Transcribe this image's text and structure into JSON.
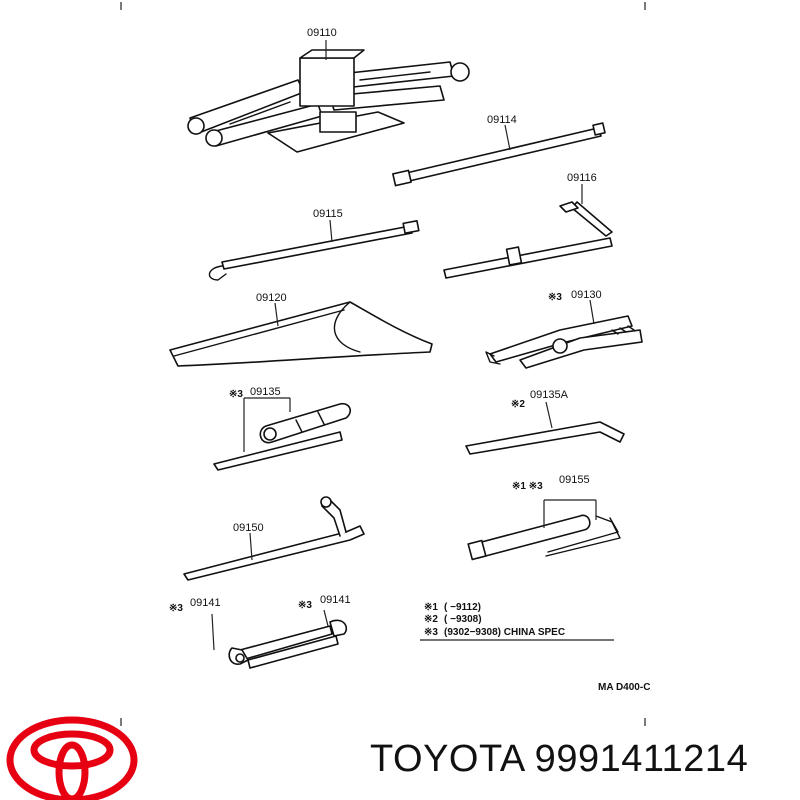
{
  "labels": {
    "jack": "09110",
    "handle": "09114",
    "crank": "09116",
    "hook_rod": "09115",
    "bag": "09120",
    "pliers": "09130",
    "pliers_prefix": "※3",
    "screwdriver": "09135",
    "screwdriver_prefix": "※3",
    "bar": "09135A",
    "bar_prefix": "※2",
    "socket": "09155",
    "socket_prefix": "※1 ※3",
    "wrench_bar": "09150",
    "spanner1": "09141",
    "spanner1_prefix": "※3",
    "spanner2": "09141",
    "spanner2_prefix": "※3"
  },
  "notes": [
    {
      "mark": "※1",
      "text": "(      −9112)"
    },
    {
      "mark": "※2",
      "text": "(      −9308)"
    },
    {
      "mark": "※3",
      "text": "(9302−9308) CHINA SPEC"
    }
  ],
  "diagram_code": "MA D400-C",
  "brand": {
    "text": "TOYOTA 9991411214",
    "logo_color": "#e60012"
  }
}
